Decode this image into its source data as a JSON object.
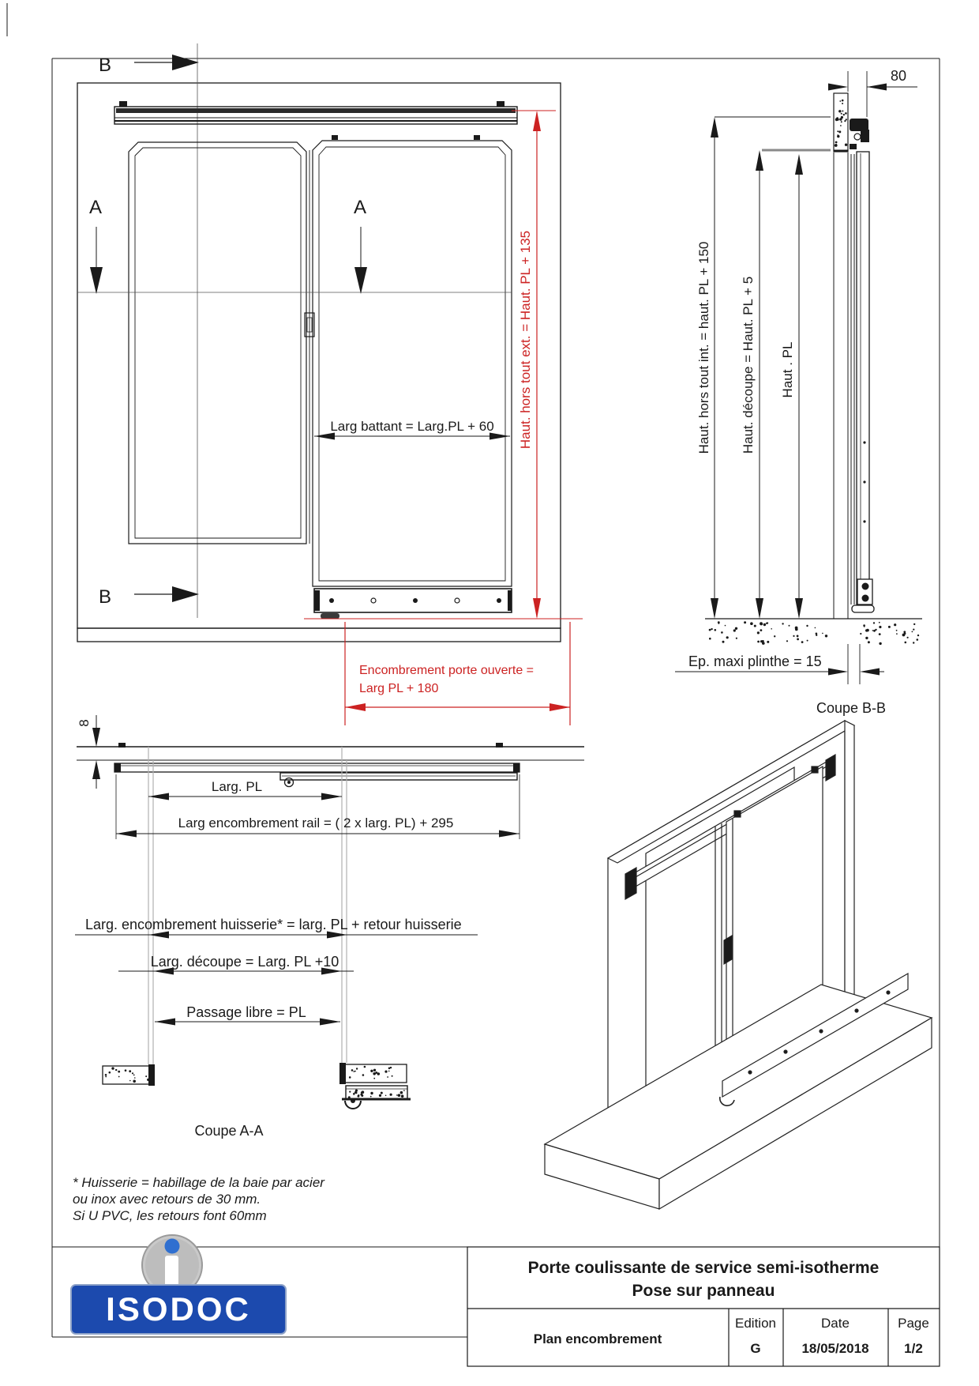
{
  "colors": {
    "line": "#1a1a1a",
    "red": "#cc2222",
    "gray": "#a8a8a8",
    "logo_blue": "#1c4aae",
    "logo_dot_blue": "#2f6fd0"
  },
  "front_view": {
    "section_b": "B",
    "section_a": "A",
    "larg_battant": "Larg battant = Larg.PL + 60",
    "haut_hors_tout_ext": "Haut. hors tout ext. = Haut. PL + 135",
    "encombrement_line1": "Encombrement porte ouverte =",
    "encombrement_line2": "Larg PL + 180"
  },
  "coupe_bb": {
    "dim_80": "80",
    "haut_hors_tout_int": "Haut. hors tout int. = haut. PL + 150",
    "haut_decoupe": "Haut. découpe = Haut. PL + 5",
    "haut_pl": "Haut . PL",
    "ep_maxi_plinthe": "Ep. maxi plinthe = 15",
    "label": "Coupe B-B"
  },
  "plan_view": {
    "dim_8": "8",
    "larg_pl": "Larg. PL",
    "larg_encombrement_rail": "Larg encombrement rail = ( 2 x larg. PL) + 295"
  },
  "coupe_aa": {
    "larg_encombrement_huisserie": "Larg. encombrement huisserie* = larg. PL + retour huisserie",
    "larg_decoupe": "Larg. découpe = Larg. PL +10",
    "passage_libre": "Passage libre = PL",
    "label": "Coupe A-A"
  },
  "footnote": {
    "line1": "* Huisserie = habillage de la baie par acier",
    "line2": "ou inox avec retours de 30 mm.",
    "line3": "Si U PVC, les retours font 60mm"
  },
  "logo": {
    "text": "ISODOC"
  },
  "title_block": {
    "title_line1": "Porte coulissante de service semi-isotherme",
    "title_line2": "Pose sur panneau",
    "document_name": "Plan encombrement",
    "edition_label": "Edition",
    "edition_value": "G",
    "date_label": "Date",
    "date_value": "18/05/2018",
    "page_label": "Page",
    "page_value": "1/2"
  }
}
